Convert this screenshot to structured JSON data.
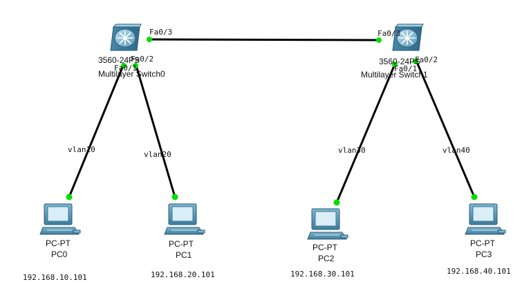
{
  "switches": [
    {
      "id": "sw0",
      "model": "3560-24PS",
      "name": "Multilayer Switch0"
    },
    {
      "id": "sw1",
      "model": "3560-24PS",
      "name": "Multilayer Switch1"
    }
  ],
  "pcs": [
    {
      "id": "pc0",
      "type": "PC-PT",
      "name": "PC0",
      "ip": "192.168.10.101",
      "vlan": "vlan10",
      "port": "Fa0/1"
    },
    {
      "id": "pc1",
      "type": "PC-PT",
      "name": "PC1",
      "ip": "192.168.20.101",
      "vlan": "vlan20",
      "port": "Fa0/2"
    },
    {
      "id": "pc2",
      "type": "PC-PT",
      "name": "PC2",
      "ip": "192.168.30.101",
      "vlan": "vlan30",
      "port": "Fa0/1"
    },
    {
      "id": "pc3",
      "type": "PC-PT",
      "name": "PC3",
      "ip": "192.168.40.101",
      "vlan": "vlan40",
      "port": "Fa0/2"
    }
  ],
  "trunk": {
    "sw0_port": "Fa0/3",
    "sw1_port": "Fa0/3"
  },
  "colors": {
    "link": "#000000",
    "port_status": "#00e000",
    "device_body": "#5b97b5"
  }
}
